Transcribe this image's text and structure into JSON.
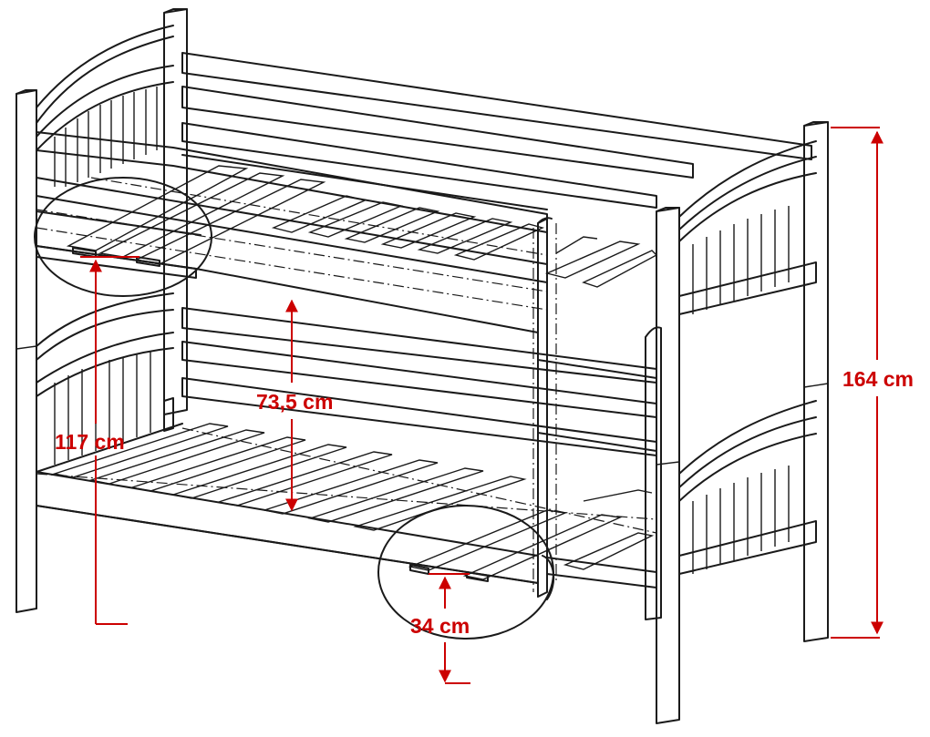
{
  "colors": {
    "line": "#1a1a1a",
    "dimension": "#cc0000",
    "background": "#ffffff"
  },
  "dimensions": {
    "total_height": "164 cm",
    "bed_gap": "73,5 cm",
    "upper_bed_height": "117 cm",
    "lower_bed_height": "34 cm"
  }
}
